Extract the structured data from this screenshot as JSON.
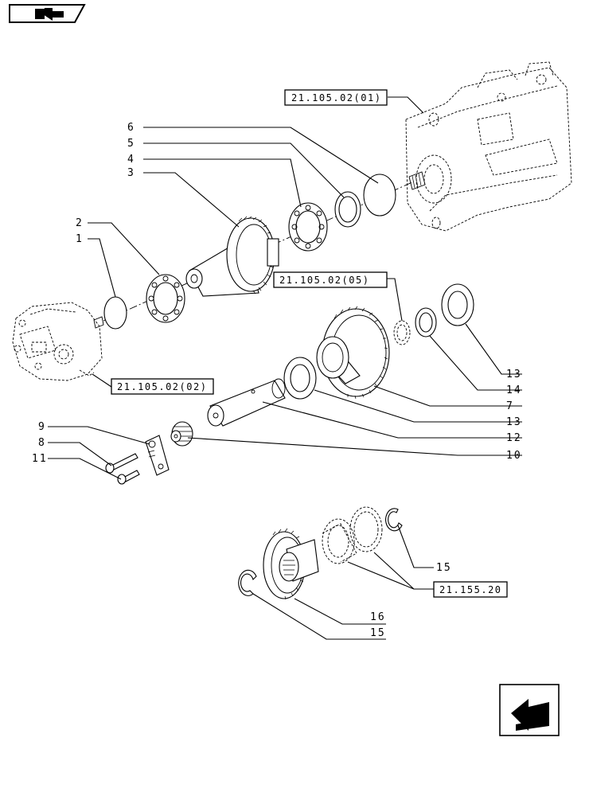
{
  "nav": {
    "top_icon": "book-arrow-icon",
    "bottom_icon": "return-arrow-icon"
  },
  "references": {
    "ref_01": "21.105.02(01)",
    "ref_05": "21.105.02(05)",
    "ref_02": "21.105.02(02)",
    "ref_20": "21.155.20"
  },
  "callouts": {
    "n1": "1",
    "n2": "2",
    "n3": "3",
    "n4": "4",
    "n5": "5",
    "n6": "6",
    "n7": "7",
    "n8": "8",
    "n9": "9",
    "n10": "10",
    "n11": "11",
    "n12": "12",
    "n13a": "13",
    "n13b": "13",
    "n14": "14",
    "n15a": "15",
    "n15b": "15",
    "n16": "16"
  }
}
